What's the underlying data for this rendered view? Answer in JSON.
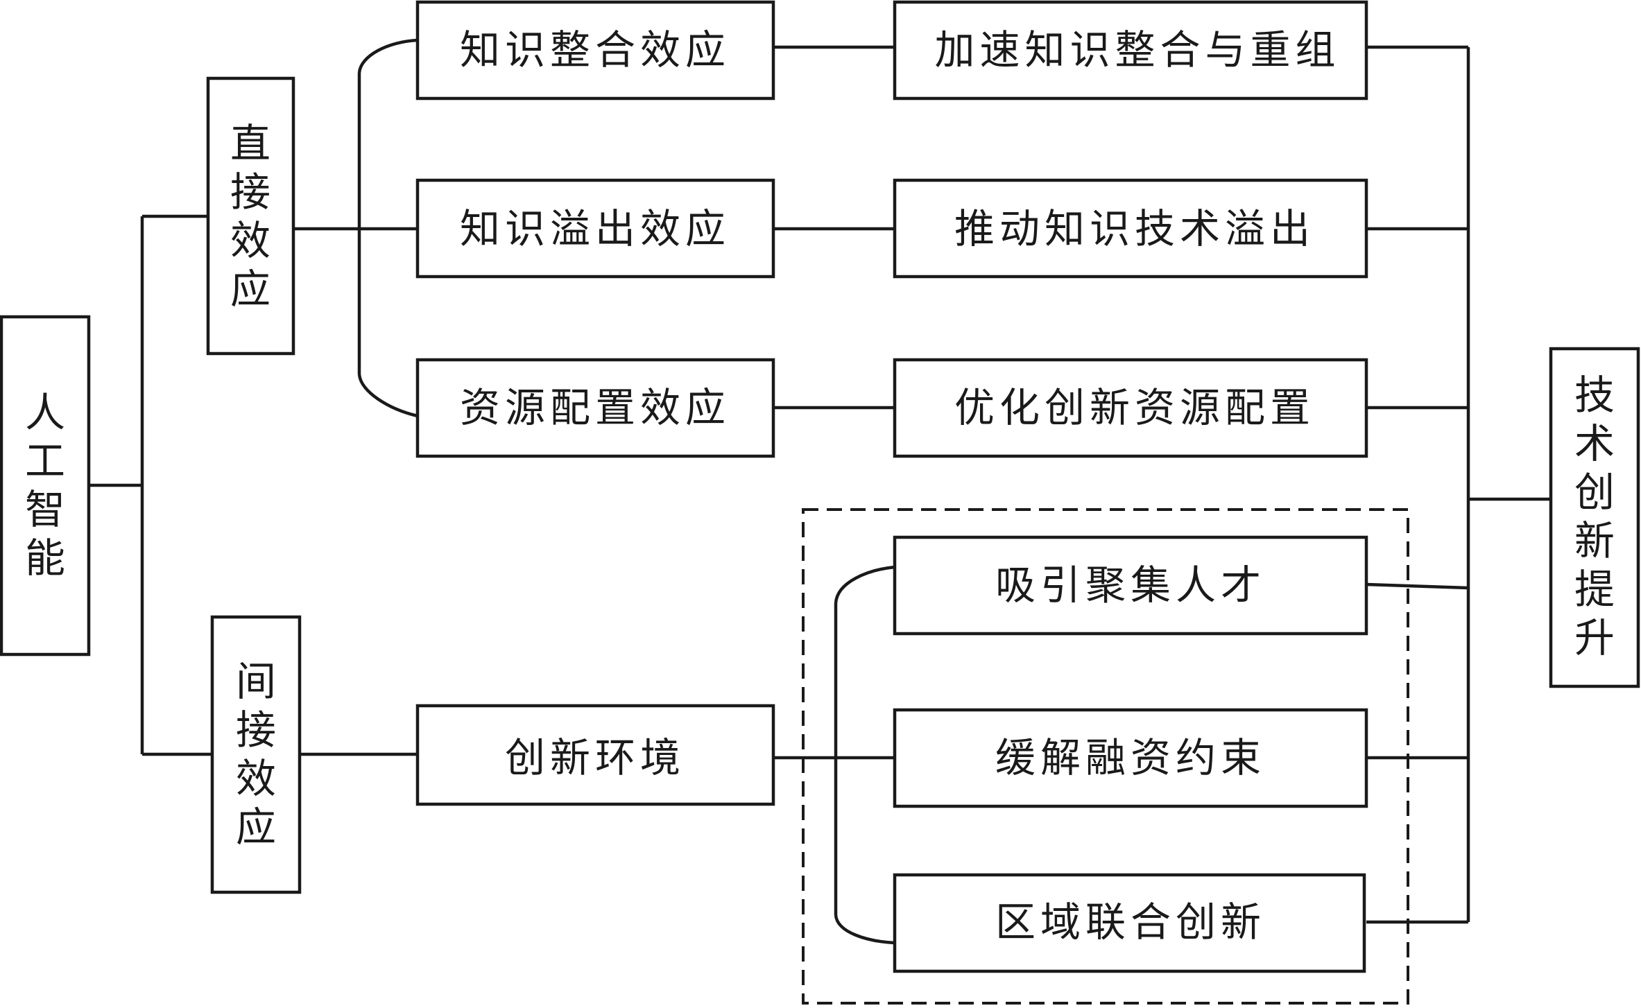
{
  "root": "人工智能",
  "outcome": "技术创新提升",
  "direct": {
    "label": "直接效应",
    "effects": [
      {
        "name": "知识整合效应",
        "result": "加速知识整合与重组"
      },
      {
        "name": "知识溢出效应",
        "result": "推动知识技术溢出"
      },
      {
        "name": "资源配置效应",
        "result": "优化创新资源配置"
      }
    ]
  },
  "indirect": {
    "label": "间接效应",
    "mediator": "创新环境",
    "channels": [
      "吸引聚集人才",
      "缓解融资约束",
      "区域联合创新"
    ]
  }
}
